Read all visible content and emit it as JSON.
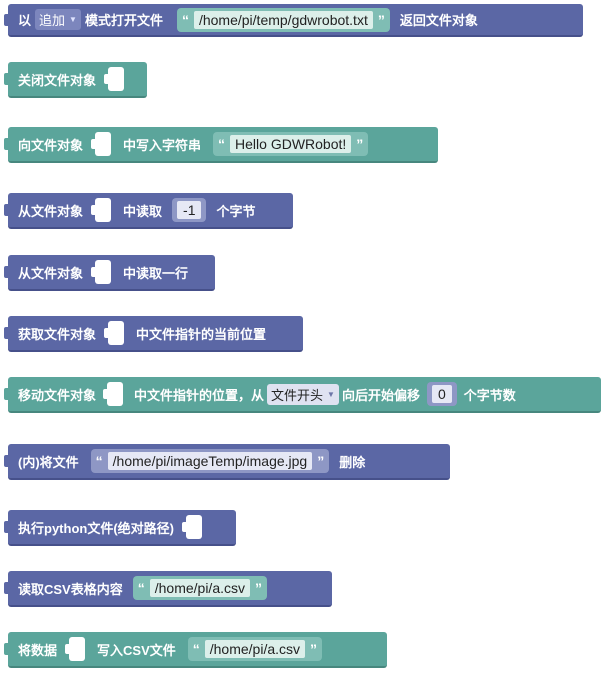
{
  "blocks": {
    "open_file": {
      "prefix": "以",
      "mode": "追加",
      "middle": "模式打开文件",
      "path": "/home/pi/temp/gdwrobot.txt",
      "suffix": "返回文件对象"
    },
    "close_file": {
      "label": "关闭文件对象"
    },
    "write_string": {
      "prefix": "向文件对象",
      "middle": "中写入字符串",
      "text": "Hello GDWRobot!"
    },
    "read_bytes": {
      "prefix": "从文件对象",
      "middle": "中读取",
      "count": "-1",
      "suffix": "个字节"
    },
    "read_line": {
      "prefix": "从文件对象",
      "middle": "中读取一行"
    },
    "get_position": {
      "prefix": "获取文件对象",
      "middle": "中文件指针的当前位置"
    },
    "seek": {
      "prefix": "移动文件对象",
      "middle": "中文件指针的位置，从",
      "origin": "文件开头",
      "middle2": "向后开始偏移",
      "offset": "0",
      "suffix": "个字节数"
    },
    "delete_file": {
      "prefix": "(内)将文件",
      "path": "/home/pi/imageTemp/image.jpg",
      "suffix": "删除"
    },
    "run_python": {
      "label": "执行python文件(绝对路径)"
    },
    "read_csv": {
      "label": "读取CSV表格内容",
      "path": "/home/pi/a.csv"
    },
    "write_csv": {
      "prefix": "将数据",
      "middle": "写入CSV文件",
      "path": "/home/pi/a.csv"
    }
  },
  "quote_open": "“",
  "quote_close": "”",
  "colors": {
    "purple": "#5b67a5",
    "teal": "#5ba59b"
  }
}
